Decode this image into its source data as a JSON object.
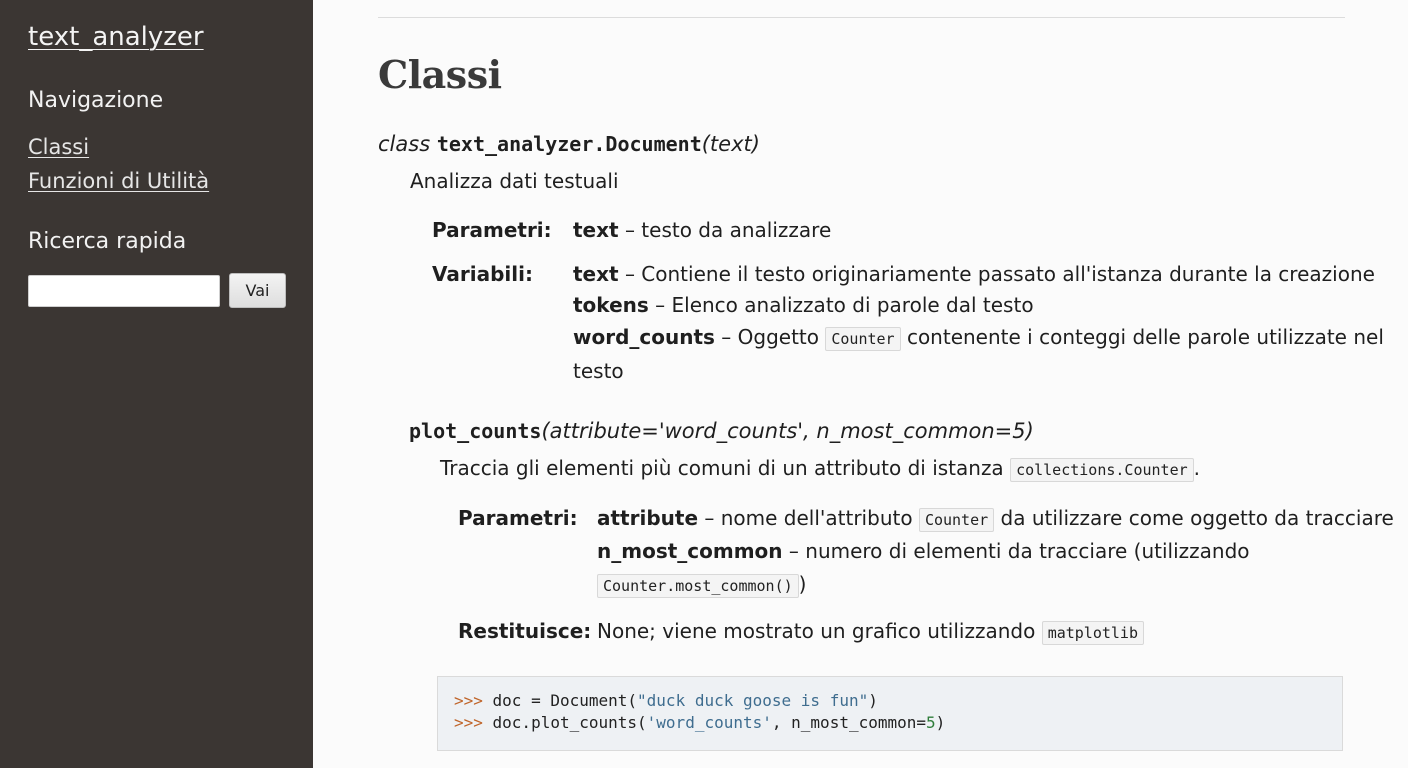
{
  "sidebar": {
    "brand": "text_analyzer",
    "nav_heading": "Navigazione",
    "nav_items": [
      {
        "label": "Classi"
      },
      {
        "label": "Funzioni di Utilità"
      }
    ],
    "search_heading": "Ricerca rapida",
    "search_button": "Vai",
    "search_value": ""
  },
  "main": {
    "title": "Classi",
    "class_sig": {
      "prefix": "class",
      "name": "text_analyzer.Document",
      "params": "(text)"
    },
    "class_desc": "Analizza dati testuali",
    "params_label": "Parametri:",
    "params_text_term": "text",
    "params_text_desc": " – testo da analizzare",
    "vars_label": "Variabili:",
    "vars": [
      {
        "term": "text",
        "desc": " – Contiene il testo originariamente passato all'istanza durante la creazione"
      },
      {
        "term": "tokens",
        "desc": " –  Elenco analizzato di parole dal testo"
      }
    ],
    "var3_term": "word_counts",
    "var3_pre": " – Oggetto ",
    "var3_code": "Counter",
    "var3_post": " contenente i conteggi delle parole utilizzate nel",
    "var3_cont": "testo",
    "method_sig": {
      "name": "plot_counts",
      "params": "(attribute='word_counts', n_most_common=5)"
    },
    "method_desc_pre": "Traccia gli elementi più comuni di un attributo di istanza ",
    "method_desc_code": "collections.Counter",
    "method_desc_post": ".",
    "m_params_label": "Parametri:",
    "m_param1_term": "attribute",
    "m_param1_pre": " – nome dell'attributo ",
    "m_param1_code": "Counter",
    "m_param1_post": " da utilizzare come oggetto da tracciare",
    "m_param2_term": "n_most_common",
    "m_param2_desc": " – numero di elementi da tracciare (utilizzando",
    "m_param2_code": "Counter.most_common()",
    "m_param2_post": ")",
    "returns_label": "Restituisce:",
    "returns_pre": "None; viene mostrato un grafico utilizzando ",
    "returns_code": "matplotlib",
    "example": {
      "line1_prompt": ">>> ",
      "line1_a": "doc = Document(",
      "line1_str": "\"duck duck goose is fun\"",
      "line1_b": ")",
      "line2_prompt": ">>> ",
      "line2_a": "doc.plot_counts(",
      "line2_str": "'word_counts'",
      "line2_b": ", n_most_common=",
      "line2_num": "5",
      "line2_c": ")"
    }
  }
}
